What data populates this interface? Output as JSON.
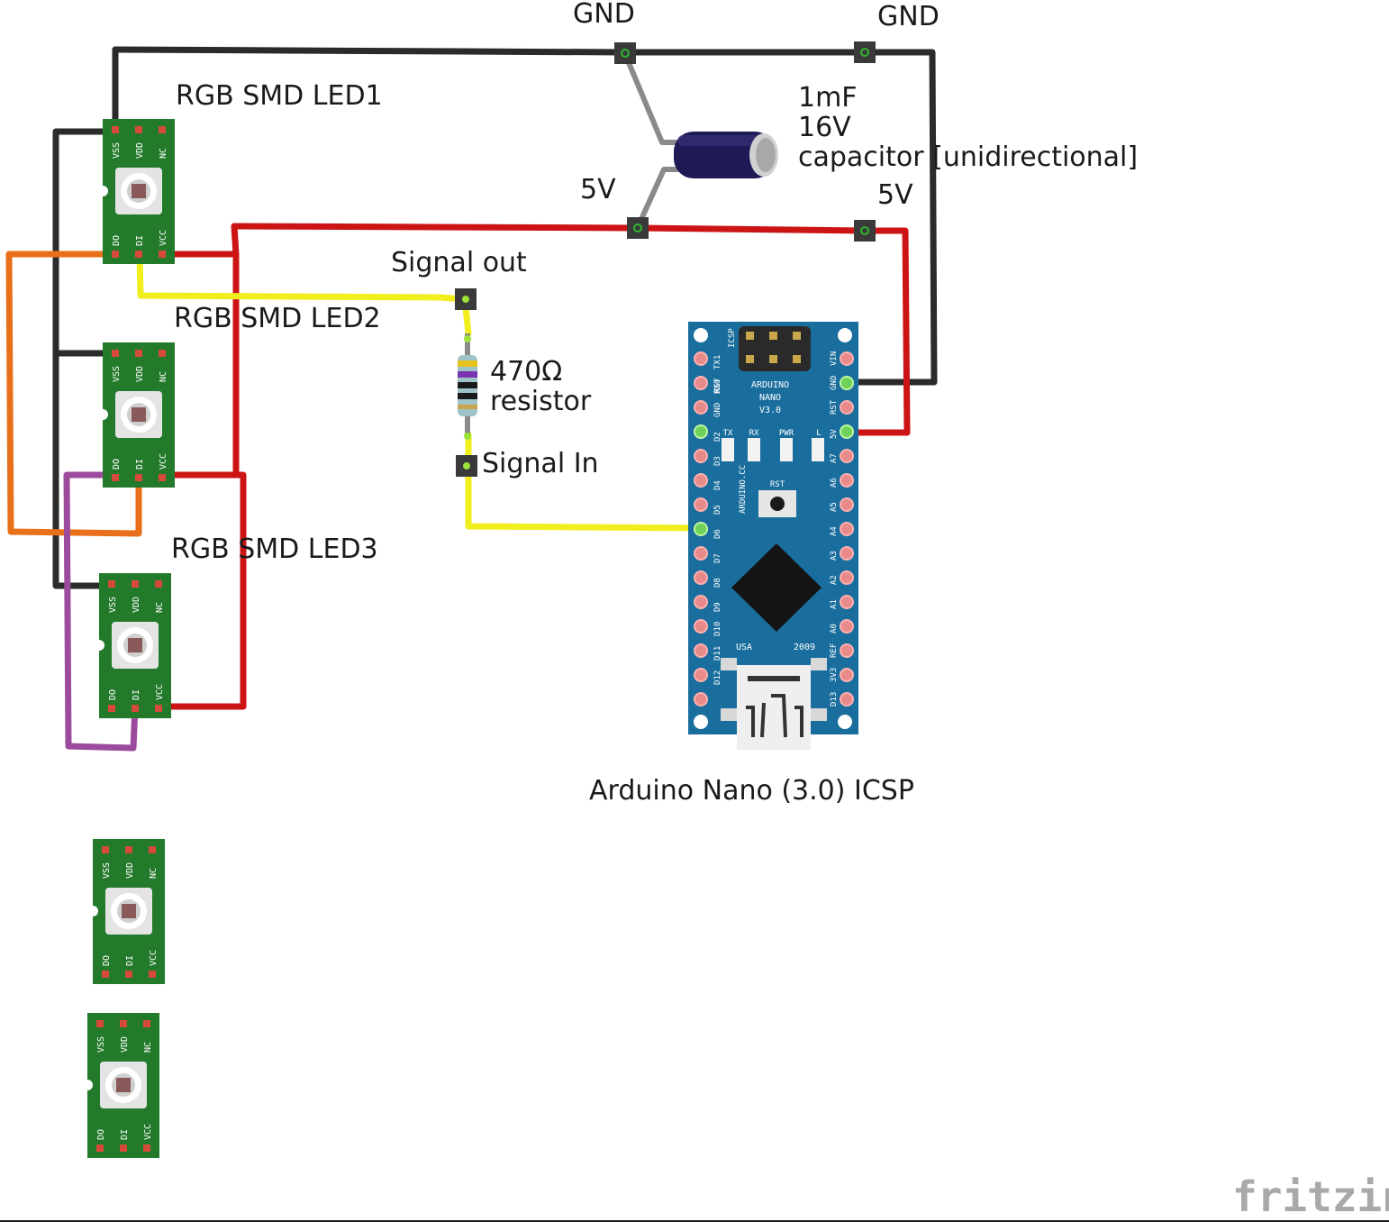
{
  "labels": {
    "gnd_left": "GND",
    "gnd_right": "GND",
    "v5_left": "5V",
    "v5_right": "5V",
    "cap_line1": "1mF",
    "cap_line2": "16V",
    "cap_line3": "capacitor [unidirectional]",
    "led1": "RGB SMD LED1",
    "led2": "RGB SMD LED2",
    "led3": "RGB SMD LED3",
    "signal_out": "Signal out",
    "signal_in": "Signal In",
    "res_line1": "470Ω",
    "res_line2": "resistor",
    "arduino_caption": "Arduino Nano (3.0) ICSP",
    "brand": "fritzing"
  },
  "led_pins": {
    "top": [
      "VSS",
      "VDD",
      "NC"
    ],
    "bottom": [
      "DO",
      "DI",
      "VCC"
    ]
  },
  "arduino": {
    "title1": "ARDUINO",
    "title2": "NANO",
    "title3": "V3.0",
    "icsp": "ICSP",
    "tx1": "TX1",
    "rx0": "RX0",
    "left_pins": [
      "RST",
      "GND",
      "D2",
      "D3",
      "D4",
      "D5",
      "D6",
      "D7",
      "D8",
      "D9",
      "D10",
      "D11",
      "D12"
    ],
    "right_pins": [
      "VIN",
      "GND",
      "RST",
      "5V",
      "A7",
      "A6",
      "A5",
      "A4",
      "A3",
      "A2",
      "A1",
      "A0",
      "REF",
      "3V3",
      "D13"
    ],
    "leds": [
      "TX",
      "RX",
      "PWR",
      "L"
    ],
    "rst": "RST",
    "side": "ARDUINO.CC",
    "usa": "USA",
    "year": "2009"
  },
  "colors": {
    "wire_black": "#2b2b2b",
    "wire_red": "#cc1414",
    "wire_yellow": "#f2ee1e",
    "wire_orange": "#e8701a",
    "wire_purple": "#9c4a9c",
    "pcb_green": "#237a2b",
    "arduino_blue": "#1a6e9e"
  }
}
